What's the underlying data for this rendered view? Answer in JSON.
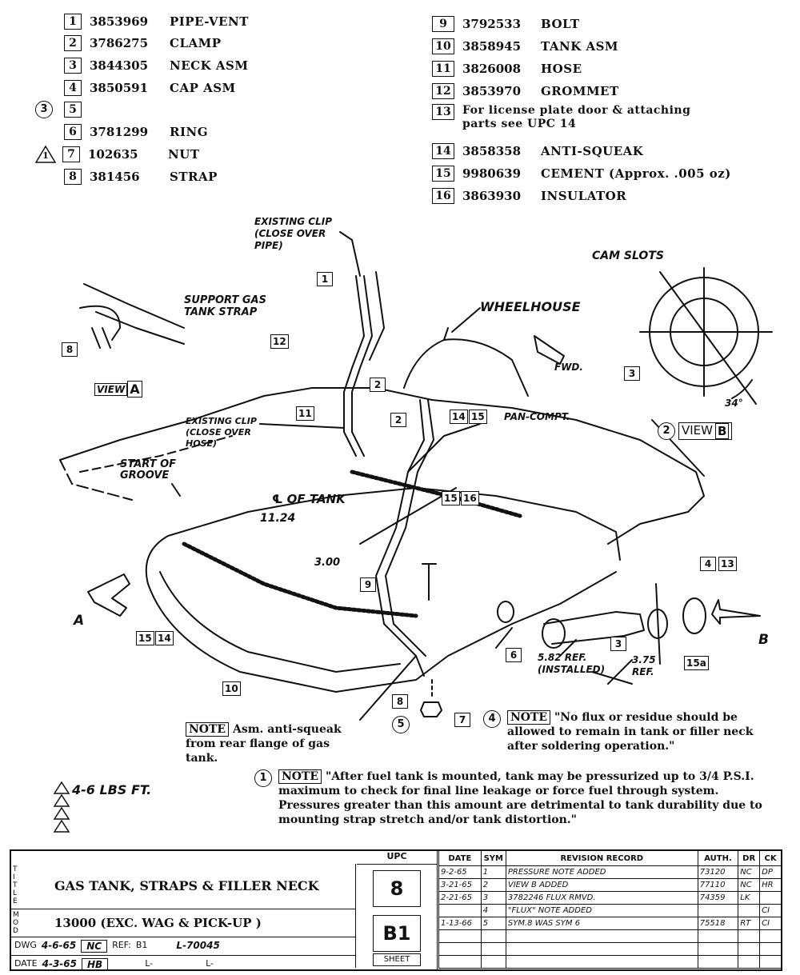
{
  "parts_left": [
    {
      "ref": "",
      "num": "1",
      "part": "3853969",
      "desc": "PIPE-VENT"
    },
    {
      "ref": "",
      "num": "2",
      "part": "3786275",
      "desc": "CLAMP"
    },
    {
      "ref": "",
      "num": "3",
      "part": "3844305",
      "desc": "NECK ASM"
    },
    {
      "ref": "",
      "num": "4",
      "part": "3850591",
      "desc": "CAP ASM"
    },
    {
      "ref": "3",
      "num": "5",
      "part": "",
      "desc": ""
    },
    {
      "ref": "",
      "num": "6",
      "part": "3781299",
      "desc": "RING"
    },
    {
      "ref": "1",
      "num": "7",
      "part": "102635",
      "desc": "NUT"
    },
    {
      "ref": "",
      "num": "8",
      "part": "381456",
      "desc": "STRAP"
    }
  ],
  "parts_right": [
    {
      "num": "9",
      "part": "3792533",
      "desc": "BOLT"
    },
    {
      "num": "10",
      "part": "3858945",
      "desc": "TANK ASM"
    },
    {
      "num": "11",
      "part": "3826008",
      "desc": "HOSE"
    },
    {
      "num": "12",
      "part": "3853970",
      "desc": "GROMMET"
    },
    {
      "num": "13",
      "part": "",
      "desc": "For license plate door & attaching parts see UPC 14"
    },
    {
      "num": "14",
      "part": "3858358",
      "desc": "ANTI-SQUEAK"
    },
    {
      "num": "15",
      "part": "9980639",
      "desc": "CEMENT (Approx. .005 oz)"
    },
    {
      "num": "16",
      "part": "3863930",
      "desc": "INSULATOR"
    }
  ],
  "diagram_labels": {
    "existing_clip_pipe": "EXISTING CLIP (CLOSE OVER PIPE)",
    "support_strap": "SUPPORT GAS TANK STRAP",
    "wheelhouse": "WHEELHOUSE",
    "fwd": "FWD.",
    "cam_slots": "CAM SLOTS",
    "angle": "34°",
    "view_a": "VIEW",
    "view_a_letter": "A",
    "view_b": "VIEW",
    "view_b_letter": "B",
    "view_b_ref": "2",
    "existing_clip_hose": "EXISTING CLIP (CLOSE OVER HOSE)",
    "pan_compt": "PAN-COMPT.",
    "start_groove": "START OF GROOVE",
    "cl_tank": "℄ OF TANK",
    "dim_1124": "11.24",
    "dim_300": "3.00",
    "dim_582": "5.82 REF. (INSTALLED)",
    "dim_375": "3.75 REF.",
    "arrow_a": "A",
    "arrow_b": "B",
    "ref_15a": "15a",
    "torque": "4-6 LBS FT."
  },
  "callouts": [
    "1",
    "12",
    "11",
    "2",
    "2",
    "3",
    "8",
    "9",
    "15",
    "16",
    "14",
    "15",
    "15",
    "14",
    "10",
    "8",
    "7",
    "3",
    "4",
    "13",
    "6"
  ],
  "notes": {
    "label": "NOTE",
    "note_antisqueak": "Asm. anti-squeak from rear flange of gas tank.",
    "note_flux_ref": "4",
    "note_flux": "\"No flux or residue should be allowed to remain in tank or filler neck after soldering operation.\"",
    "note_pressure_ref": "1",
    "note_pressure": "\"After fuel tank is mounted, tank may be pressurized up to 3/4 P.S.I. maximum to check for final line leakage or force fuel through system. Pressures greater than this amount are detrimental to tank durability due to mounting strap stretch and/or tank distortion.\""
  },
  "title_block": {
    "title_label": "TITLE",
    "title": "GAS TANK, STRAPS & FILLER NECK",
    "mod_label": "MOD",
    "model": "13000 (EXC. WAG & PICK-UP )",
    "dwg_label": "DWG",
    "dwg": "4-6-65",
    "dwg_initials": "NC",
    "date_label": "DATE",
    "date": "4-3-65",
    "date_initials": "HB",
    "ref_label": "REF:",
    "ref": "B1",
    "l_number": "L-70045",
    "l_prefix": "L-",
    "upc_label": "UPC",
    "upc": "8",
    "sheet_code": "B1",
    "sheet_label": "SHEET",
    "revision_headers": [
      "DATE",
      "SYM",
      "REVISION RECORD",
      "AUTH.",
      "DR",
      "CK"
    ],
    "revisions": [
      [
        "9-2-65",
        "1",
        "PRESSURE NOTE ADDED",
        "73120",
        "NC",
        "DP"
      ],
      [
        "3-21-65",
        "2",
        "VIEW B ADDED",
        "77110",
        "NC",
        "HR"
      ],
      [
        "2-21-65",
        "3",
        "3782246 FLUX RMVD.",
        "74359",
        "LK",
        ""
      ],
      [
        "",
        "4",
        "\"FLUX\" NOTE ADDED",
        "",
        "",
        "CI"
      ],
      [
        "1-13-66",
        "5",
        "SYM.8 WAS SYM 6",
        "75518",
        "RT",
        "CI"
      ],
      [
        "",
        "",
        "",
        "",
        "",
        ""
      ],
      [
        "",
        "",
        "",
        "",
        "",
        ""
      ],
      [
        "",
        "",
        "",
        "",
        "",
        ""
      ]
    ]
  }
}
